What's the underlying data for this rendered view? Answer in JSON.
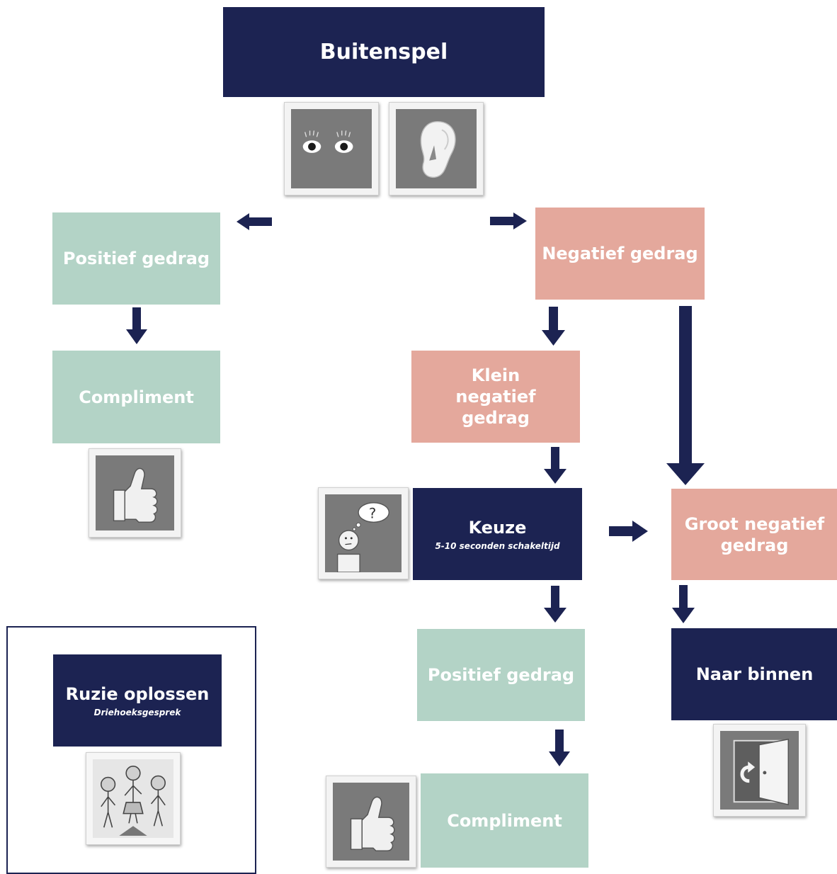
{
  "nodes": {
    "buitenspel": "Buitenspel",
    "positief_left": "Positief gedrag",
    "compliment_left": "Compliment",
    "negatief": "Negatief gedrag",
    "klein_negatief": "Klein negatief gedrag",
    "keuze": {
      "title": "Keuze",
      "subtitle": "5-10 seconden schakeltijd"
    },
    "groot_negatief": "Groot negatief gedrag",
    "positief_mid": "Positief gedrag",
    "naar_binnen": "Naar binnen",
    "compliment_mid": "Compliment",
    "ruzie": {
      "title": "Ruzie oplossen",
      "subtitle": "Driehoeksgesprek"
    }
  },
  "icons": [
    "eyes-icon",
    "ear-icon",
    "thumbs-up-icon",
    "thinking-person-icon",
    "door-icon",
    "three-people-icon"
  ],
  "colors": {
    "navy": "#1c2352",
    "green": "#b3d3c6",
    "salmon": "#e4a89c"
  }
}
